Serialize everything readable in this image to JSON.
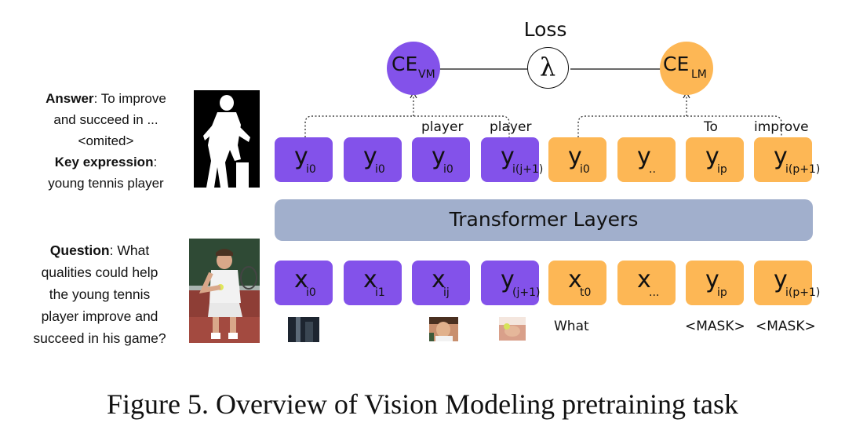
{
  "loss": {
    "title": "Loss",
    "lambda": "λ"
  },
  "ce_vm": {
    "main": "CE",
    "sub": "VM"
  },
  "ce_lm": {
    "main": "CE",
    "sub": "LM"
  },
  "transformer": "Transformer Layers",
  "left_top": {
    "answer_label": "Answer",
    "answer_line1": ": To improve",
    "answer_line2": "and succeed in ...",
    "answer_line3": "<omited>",
    "key_label": "Key expression",
    "key_colon": ":",
    "key_line2": "young tennis player"
  },
  "left_bottom": {
    "question_label": "Question",
    "question_line1": ": What",
    "question_line2": "qualities could help",
    "question_line3": "the young tennis",
    "question_line4": "player improve and",
    "question_line5": "succeed in his game?"
  },
  "output_tokens": [
    {
      "main": "y",
      "sub": "i0",
      "color": "purple"
    },
    {
      "main": "y",
      "sub": "i0",
      "color": "purple"
    },
    {
      "main": "y",
      "sub": "i0",
      "color": "purple"
    },
    {
      "main": "y",
      "sub": "i(j+1)",
      "color": "purple"
    },
    {
      "main": "y",
      "sub": "i0",
      "color": "orange"
    },
    {
      "main": "y",
      "sub": "..",
      "color": "orange"
    },
    {
      "main": "y",
      "sub": "ip",
      "color": "orange"
    },
    {
      "main": "y",
      "sub": "i(p+1)",
      "color": "orange"
    }
  ],
  "input_tokens": [
    {
      "main": "x",
      "sub": "i0",
      "color": "purple"
    },
    {
      "main": "x",
      "sub": "i1",
      "color": "purple"
    },
    {
      "main": "x",
      "sub": "ij",
      "color": "purple"
    },
    {
      "main": "y",
      "sub": "(j+1)",
      "color": "purple"
    },
    {
      "main": "x",
      "sub": "t0",
      "color": "orange"
    },
    {
      "main": "x",
      "sub": "...",
      "color": "orange"
    },
    {
      "main": "y",
      "sub": "ip",
      "color": "orange"
    },
    {
      "main": "y",
      "sub": "i(p+1)",
      "color": "orange"
    }
  ],
  "top_labels": [
    "player",
    "player",
    "To",
    "improve"
  ],
  "bottom_labels": [
    "What",
    "<MASK>",
    "<MASK>"
  ],
  "caption": "Figure 5. Overview of Vision Modeling pretraining task",
  "colors": {
    "purple": "#8352ea",
    "orange": "#fdb755",
    "transformer": "#a1afcc"
  }
}
